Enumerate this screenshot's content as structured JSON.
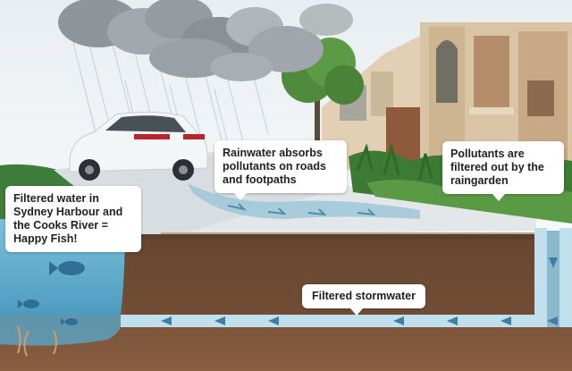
{
  "labels": {
    "rainwater": "Rainwater absorbs pollutants on roads and footpaths",
    "raingarden": "Pollutants are filtered out by the raingarden",
    "harbour": "Filtered water in Sydney Harbour and the Cooks River = Happy Fish!",
    "stormwater": "Filtered stormwater"
  },
  "icons": [
    "rain-cloud-icon",
    "car-icon",
    "fish-icon",
    "flow-arrow-icon",
    "tree-icon",
    "building-icon"
  ],
  "colors": {
    "sky": "#eef3f6",
    "cloud": "#9da3a8",
    "water": "#6fb6d4",
    "soil": "#6b4a34",
    "grass": "#3f7d3a",
    "pipe": "#bfe0ec",
    "arrow": "#3f7fa6",
    "callout": "#ffffff"
  }
}
